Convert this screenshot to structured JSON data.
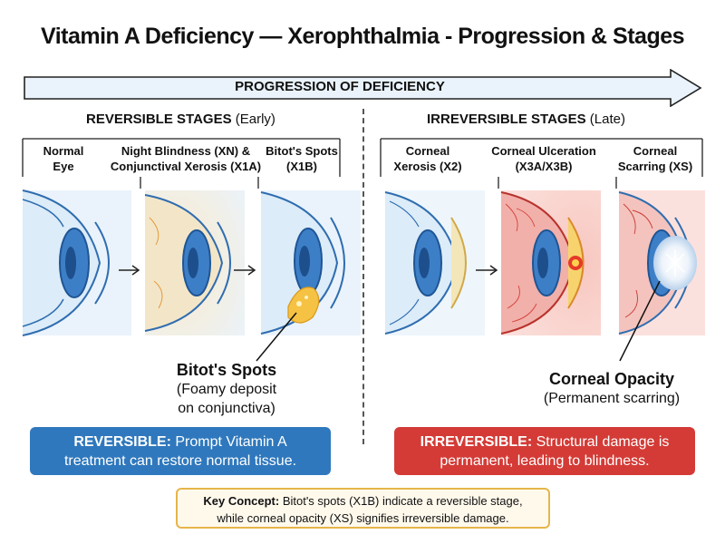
{
  "title": "Vitamin A Deficiency — Xerophthalmia - Progression & Stages",
  "progression_label": "PROGRESSION OF DEFICIENCY",
  "reversible": {
    "heading_bold": "REVERSIBLE STAGES",
    "heading_rest": " (Early)"
  },
  "irreversible": {
    "heading_bold": "IRREVERSIBLE STAGES",
    "heading_rest": " (Late)"
  },
  "stages": [
    {
      "line1": "Normal",
      "line2": "Eye"
    },
    {
      "line1": "Night Blindness (XN) &",
      "line2": "Conjunctival Xerosis (X1A)"
    },
    {
      "line1": "Bitot's Spots",
      "line2": "(X1B)"
    },
    {
      "line1": "Corneal",
      "line2": "Xerosis (X2)"
    },
    {
      "line1": "Corneal Ulceration",
      "line2": "(X3A/X3B)"
    },
    {
      "line1": "Corneal",
      "line2": "Scarring (XS)"
    }
  ],
  "callouts": {
    "bitot": {
      "title": "Bitot's Spots",
      "line1": "(Foamy deposit",
      "line2": "on conjunctiva)"
    },
    "opacity": {
      "title": "Corneal Opacity",
      "line1": "(Permanent scarring)"
    }
  },
  "boxes": {
    "reversible": {
      "bold": "REVERSIBLE:",
      "text1": " Prompt Vitamin A",
      "text2": "treatment can restore normal tissue.",
      "color": "#2f78bd"
    },
    "irreversible": {
      "bold": "IRREVERSIBLE:",
      "text1": " Structural damage is",
      "text2": "permanent, leading to blindness.",
      "color": "#d43b36"
    }
  },
  "key_concept": {
    "bold": "Key Concept:",
    "text1": " Bitot's spots (X1B) indicate a reversible stage,",
    "text2": "while corneal opacity (XS) signifies irreversible damage."
  },
  "colors": {
    "eye_blue": "#3d7fc7",
    "sclera_blue": "#dcecf8",
    "inflamed": "#f2b0aa",
    "spot": "#f5c243"
  }
}
